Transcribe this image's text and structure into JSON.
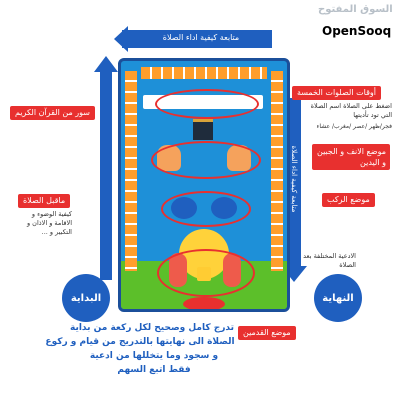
{
  "watermark": {
    "arabic": "السوق المفتوح",
    "latin": "OpenSooq"
  },
  "top_banner": "متابعة كيفية اداء الصلاة",
  "side_banner": "متابعة كيفية اداء الصلاة",
  "labels": {
    "surahs": "سور من القرآن الكريم",
    "prayer_times": "أوقات الصلوات الخمسة",
    "nose_forehead": "موضع الانف و الجبين و اليدين",
    "before_prayer": "ماقبل الصلاة",
    "knees": "موضع الركب",
    "feet": "موضع القدمين"
  },
  "notes": {
    "prayer_times_note": "اضغط على الصلاة اسم الصلاة التي تود تأديتها",
    "prayer_names": "فجر/ظهر /عصر /مغرب/ عشاء",
    "before_prayer_note": "كيفية الوضوء و الاقامة و الاذان و التكبير و ...",
    "supplications": "الادعية المختلفة بعد الصلاة"
  },
  "start_label": "البداية",
  "end_label": "النهاية",
  "bottom_text": [
    "تدرج كامل وصحيح لكل ركعة من بداية",
    "الصلاة الى نهايتها بالتدريج من قيام و ركوع",
    "و سجود وما يتخللها من ادعية",
    "فقط اتبع السهم"
  ],
  "colors": {
    "blue": "#1f5fbf",
    "red": "#e8302f",
    "mat_bg": "#1e90d8",
    "grass": "#5cbf2a"
  }
}
